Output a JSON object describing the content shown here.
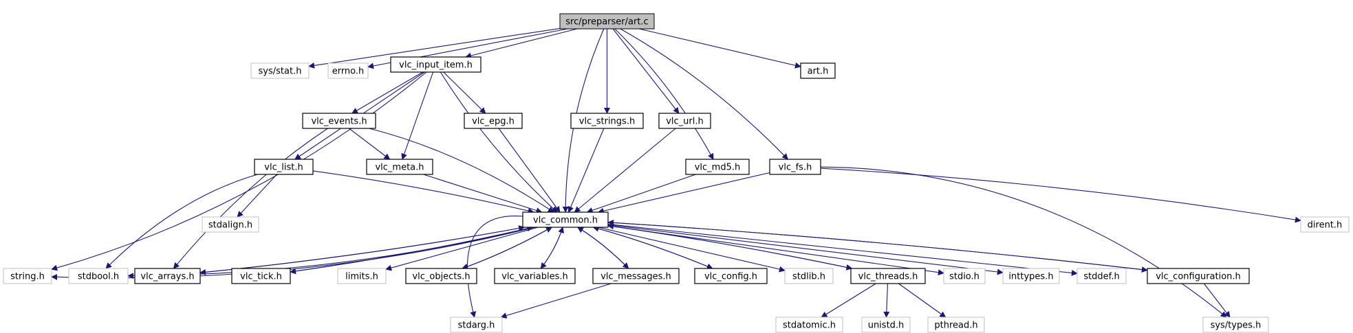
{
  "title": "src/preparser/art.c",
  "colors": {
    "edge": "#191970",
    "root_fill": "#bfbfbf",
    "external_border": "#bfbfbf",
    "internal_border": "#000000"
  },
  "nodes": {
    "art_c": {
      "label": "src/preparser/art.c",
      "kind": "root"
    },
    "sys_stat_h": {
      "label": "sys/stat.h",
      "kind": "external"
    },
    "errno_h": {
      "label": "errno.h",
      "kind": "external"
    },
    "vlc_input_item_h": {
      "label": "vlc_input_item.h",
      "kind": "internal"
    },
    "art_h": {
      "label": "art.h",
      "kind": "internal"
    },
    "string_h": {
      "label": "string.h",
      "kind": "external"
    },
    "vlc_events_h": {
      "label": "vlc_events.h",
      "kind": "internal"
    },
    "vlc_epg_h": {
      "label": "vlc_epg.h",
      "kind": "internal"
    },
    "vlc_strings_h": {
      "label": "vlc_strings.h",
      "kind": "internal"
    },
    "vlc_url_h": {
      "label": "vlc_url.h",
      "kind": "internal"
    },
    "vlc_list_h": {
      "label": "vlc_list.h",
      "kind": "internal"
    },
    "vlc_meta_h": {
      "label": "vlc_meta.h",
      "kind": "internal"
    },
    "vlc_md5_h": {
      "label": "vlc_md5.h",
      "kind": "internal"
    },
    "vlc_fs_h": {
      "label": "vlc_fs.h",
      "kind": "internal"
    },
    "stdalign_h": {
      "label": "stdalign.h",
      "kind": "external"
    },
    "vlc_common_h": {
      "label": "vlc_common.h",
      "kind": "internal"
    },
    "dirent_h": {
      "label": "dirent.h",
      "kind": "external"
    },
    "stdbool_h": {
      "label": "stdbool.h",
      "kind": "external"
    },
    "vlc_arrays_h": {
      "label": "vlc_arrays.h",
      "kind": "internal"
    },
    "vlc_tick_h": {
      "label": "vlc_tick.h",
      "kind": "internal"
    },
    "limits_h": {
      "label": "limits.h",
      "kind": "external"
    },
    "vlc_objects_h": {
      "label": "vlc_objects.h",
      "kind": "internal"
    },
    "vlc_variables_h": {
      "label": "vlc_variables.h",
      "kind": "internal"
    },
    "vlc_messages_h": {
      "label": "vlc_messages.h",
      "kind": "internal"
    },
    "vlc_config_h": {
      "label": "vlc_config.h",
      "kind": "internal"
    },
    "stdlib_h": {
      "label": "stdlib.h",
      "kind": "external"
    },
    "vlc_threads_h": {
      "label": "vlc_threads.h",
      "kind": "internal"
    },
    "stdio_h": {
      "label": "stdio.h",
      "kind": "external"
    },
    "inttypes_h": {
      "label": "inttypes.h",
      "kind": "external"
    },
    "stddef_h": {
      "label": "stddef.h",
      "kind": "external"
    },
    "vlc_configuration_h": {
      "label": "vlc_configuration.h",
      "kind": "internal"
    },
    "stdarg_h": {
      "label": "stdarg.h",
      "kind": "external"
    },
    "stdatomic_h": {
      "label": "stdatomic.h",
      "kind": "external"
    },
    "unistd_h": {
      "label": "unistd.h",
      "kind": "external"
    },
    "pthread_h": {
      "label": "pthread.h",
      "kind": "external"
    },
    "sys_types_h": {
      "label": "sys/types.h",
      "kind": "external"
    }
  },
  "edges": [
    [
      "art_c",
      "sys_stat_h"
    ],
    [
      "art_c",
      "errno_h"
    ],
    [
      "art_c",
      "vlc_input_item_h"
    ],
    [
      "art_c",
      "vlc_common_h"
    ],
    [
      "art_c",
      "vlc_strings_h"
    ],
    [
      "art_c",
      "vlc_url_h"
    ],
    [
      "art_c",
      "vlc_md5_h"
    ],
    [
      "art_c",
      "vlc_fs_h"
    ],
    [
      "art_c",
      "art_h"
    ],
    [
      "vlc_input_item_h",
      "string_h"
    ],
    [
      "vlc_input_item_h",
      "vlc_events_h"
    ],
    [
      "vlc_input_item_h",
      "vlc_list_h"
    ],
    [
      "vlc_input_item_h",
      "vlc_meta_h"
    ],
    [
      "vlc_input_item_h",
      "vlc_common_h"
    ],
    [
      "vlc_input_item_h",
      "vlc_epg_h"
    ],
    [
      "vlc_events_h",
      "vlc_arrays_h"
    ],
    [
      "vlc_events_h",
      "vlc_meta_h"
    ],
    [
      "vlc_events_h",
      "vlc_common_h"
    ],
    [
      "vlc_epg_h",
      "vlc_common_h"
    ],
    [
      "vlc_strings_h",
      "vlc_common_h"
    ],
    [
      "vlc_url_h",
      "vlc_common_h"
    ],
    [
      "vlc_list_h",
      "stdalign_h"
    ],
    [
      "vlc_list_h",
      "stdbool_h"
    ],
    [
      "vlc_list_h",
      "vlc_common_h"
    ],
    [
      "vlc_meta_h",
      "vlc_common_h"
    ],
    [
      "vlc_md5_h",
      "vlc_common_h"
    ],
    [
      "vlc_fs_h",
      "vlc_common_h"
    ],
    [
      "vlc_fs_h",
      "dirent_h"
    ],
    [
      "vlc_fs_h",
      "sys_types_h"
    ],
    [
      "vlc_common_h",
      "string_h"
    ],
    [
      "vlc_common_h",
      "stdbool_h"
    ],
    [
      "vlc_common_h",
      "vlc_arrays_h"
    ],
    [
      "vlc_common_h",
      "vlc_tick_h"
    ],
    [
      "vlc_common_h",
      "stdarg_h"
    ],
    [
      "vlc_common_h",
      "limits_h"
    ],
    [
      "vlc_common_h",
      "vlc_objects_h"
    ],
    [
      "vlc_common_h",
      "vlc_variables_h"
    ],
    [
      "vlc_common_h",
      "vlc_messages_h"
    ],
    [
      "vlc_common_h",
      "vlc_config_h"
    ],
    [
      "vlc_common_h",
      "stdlib_h"
    ],
    [
      "vlc_common_h",
      "vlc_threads_h"
    ],
    [
      "vlc_common_h",
      "stdio_h"
    ],
    [
      "vlc_common_h",
      "inttypes_h"
    ],
    [
      "vlc_common_h",
      "stddef_h"
    ],
    [
      "vlc_common_h",
      "vlc_configuration_h"
    ],
    [
      "vlc_arrays_h",
      "vlc_common_h"
    ],
    [
      "vlc_tick_h",
      "vlc_common_h"
    ],
    [
      "vlc_objects_h",
      "vlc_common_h"
    ],
    [
      "vlc_variables_h",
      "vlc_common_h"
    ],
    [
      "vlc_messages_h",
      "vlc_common_h"
    ],
    [
      "vlc_messages_h",
      "stdarg_h"
    ],
    [
      "vlc_config_h",
      "vlc_common_h"
    ],
    [
      "vlc_threads_h",
      "vlc_common_h"
    ],
    [
      "vlc_threads_h",
      "stdatomic_h"
    ],
    [
      "vlc_threads_h",
      "unistd_h"
    ],
    [
      "vlc_threads_h",
      "pthread_h"
    ],
    [
      "vlc_configuration_h",
      "vlc_common_h"
    ],
    [
      "vlc_configuration_h",
      "sys_types_h"
    ]
  ]
}
